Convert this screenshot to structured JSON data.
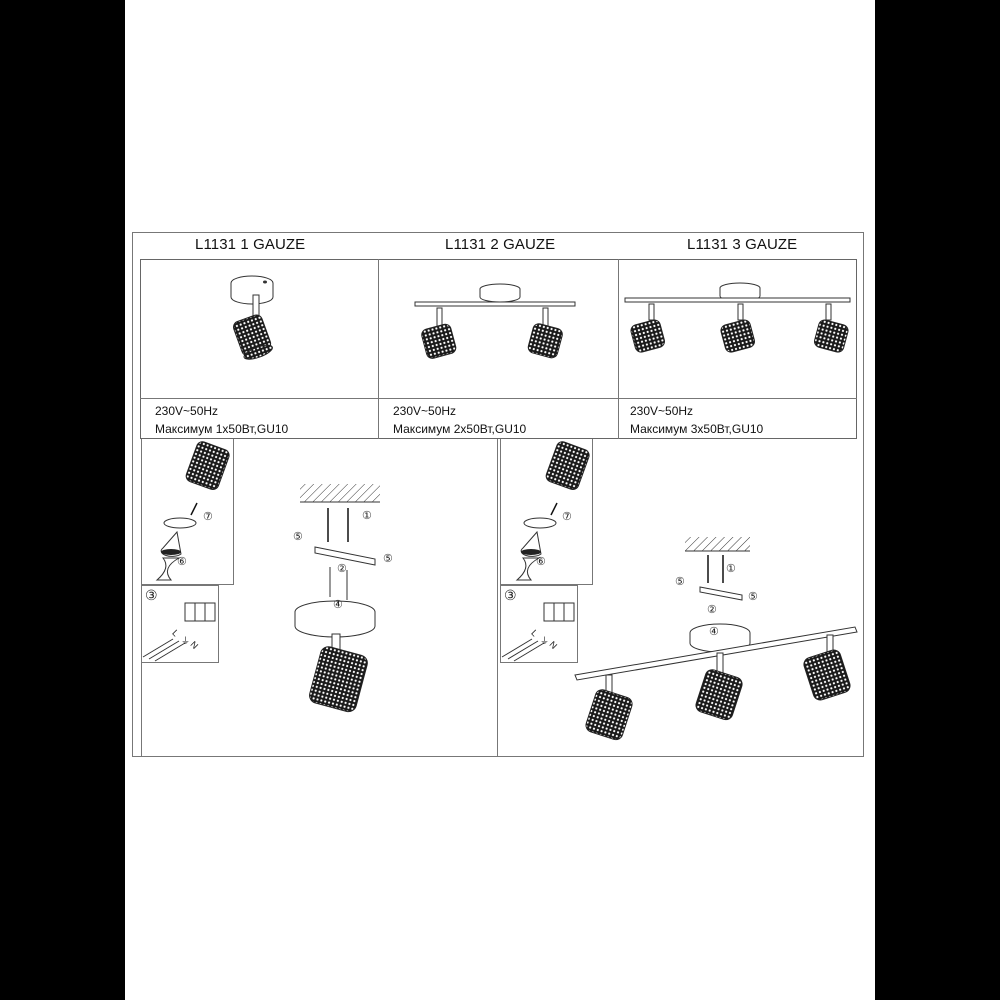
{
  "document": {
    "type": "assembly-instruction-sheet",
    "models": [
      {
        "title": "L1131 1 GAUZE",
        "voltage": "230V~50Hz",
        "max_power": "Максимум  1х50Вт,GU10",
        "spots": 1
      },
      {
        "title": "L1131 2 GAUZE",
        "voltage": "230V~50Hz",
        "max_power": "Максимум  2х50Вт,GU10",
        "spots": 2
      },
      {
        "title": "L1131 3 GAUZE",
        "voltage": "230V~50Hz",
        "max_power": "Максимум  3х50Вт,GU10",
        "spots": 3
      }
    ],
    "steps": {
      "s1": "①",
      "s2": "②",
      "s3": "③",
      "s4": "④",
      "s5": "⑤",
      "s6": "⑥",
      "s7": "⑦"
    },
    "wiring_labels": {
      "live": "L",
      "earth": "⏚",
      "neutral": "N"
    }
  },
  "colors": {
    "background_bars": "#000000",
    "paper": "#ffffff",
    "line": "#777777",
    "ink": "#111111"
  }
}
